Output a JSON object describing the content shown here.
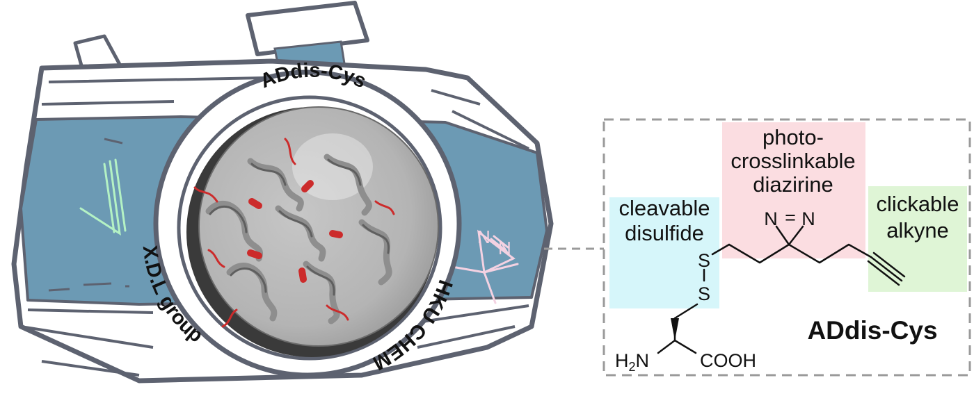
{
  "lens_ring_text": {
    "top": "ADdis-Cys",
    "right": "HKU CHEM",
    "left": "X.D.L group"
  },
  "structure": {
    "label_disulfide_line1": "cleavable",
    "label_disulfide_line2": "disulfide",
    "label_diazirine_line1": "photo-",
    "label_diazirine_line2": "crosslinkable",
    "label_diazirine_line3": "diazirine",
    "label_alkyne_line1": "clickable",
    "label_alkyne_line2": "alkyne",
    "compound_name": "ADdis-Cys",
    "atom_s1": "S",
    "atom_s2": "S",
    "atom_n_left": "N",
    "atom_n_right": "N",
    "atom_n_eq": "=",
    "atom_h2n_h": "H",
    "atom_h2n_sub": "2",
    "atom_h2n_n": "N",
    "atom_cooh": "COOH"
  },
  "colors": {
    "camera_outline": "#5d6270",
    "camera_band": "#6c9ab4",
    "disulfide_highlight": "#d6f6fa",
    "diazirine_highlight": "#fbdde1",
    "alkyne_highlight": "#dff5d6",
    "sketch_alkyne": "#b4f2c4",
    "sketch_diazirine": "#f4d2e2",
    "protein_gray": "#8e8e8e",
    "protein_red": "#cc2b2b"
  }
}
